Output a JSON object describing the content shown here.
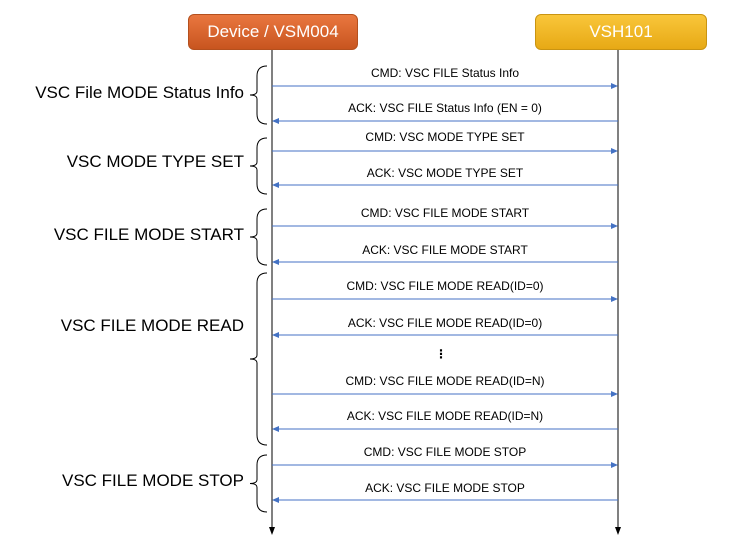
{
  "participants": {
    "device": "Device / VSM004",
    "vsh": "VSH101"
  },
  "phases": [
    {
      "label": "VSC File MODE Status Info",
      "messages": [
        {
          "dir": "right",
          "text": "CMD: VSC FILE Status Info"
        },
        {
          "dir": "left",
          "text": "ACK: VSC FILE Status Info (EN = 0)"
        }
      ]
    },
    {
      "label": "VSC MODE TYPE SET",
      "messages": [
        {
          "dir": "right",
          "text": "CMD: VSC MODE TYPE SET"
        },
        {
          "dir": "left",
          "text": "ACK: VSC MODE TYPE SET"
        }
      ]
    },
    {
      "label": "VSC FILE MODE START",
      "messages": [
        {
          "dir": "right",
          "text": "CMD: VSC FILE MODE START"
        },
        {
          "dir": "left",
          "text": "ACK: VSC FILE MODE START"
        }
      ]
    },
    {
      "label": "VSC FILE MODE READ",
      "messages": [
        {
          "dir": "right",
          "text": "CMD: VSC FILE MODE READ(ID=0)"
        },
        {
          "dir": "left",
          "text": "ACK: VSC FILE MODE READ(ID=0)"
        },
        {
          "dir": "ellipsis",
          "text": "⋮"
        },
        {
          "dir": "right",
          "text": "CMD: VSC FILE MODE READ(ID=N)"
        },
        {
          "dir": "left",
          "text": "ACK: VSC FILE MODE READ(ID=N)"
        }
      ]
    },
    {
      "label": "VSC FILE MODE STOP",
      "messages": [
        {
          "dir": "right",
          "text": "CMD: VSC FILE MODE STOP"
        },
        {
          "dir": "left",
          "text": "ACK: VSC FILE MODE STOP"
        }
      ]
    }
  ],
  "colors": {
    "arrow": "#4472c4",
    "lifeline": "#000000",
    "bracket": "#000000"
  }
}
